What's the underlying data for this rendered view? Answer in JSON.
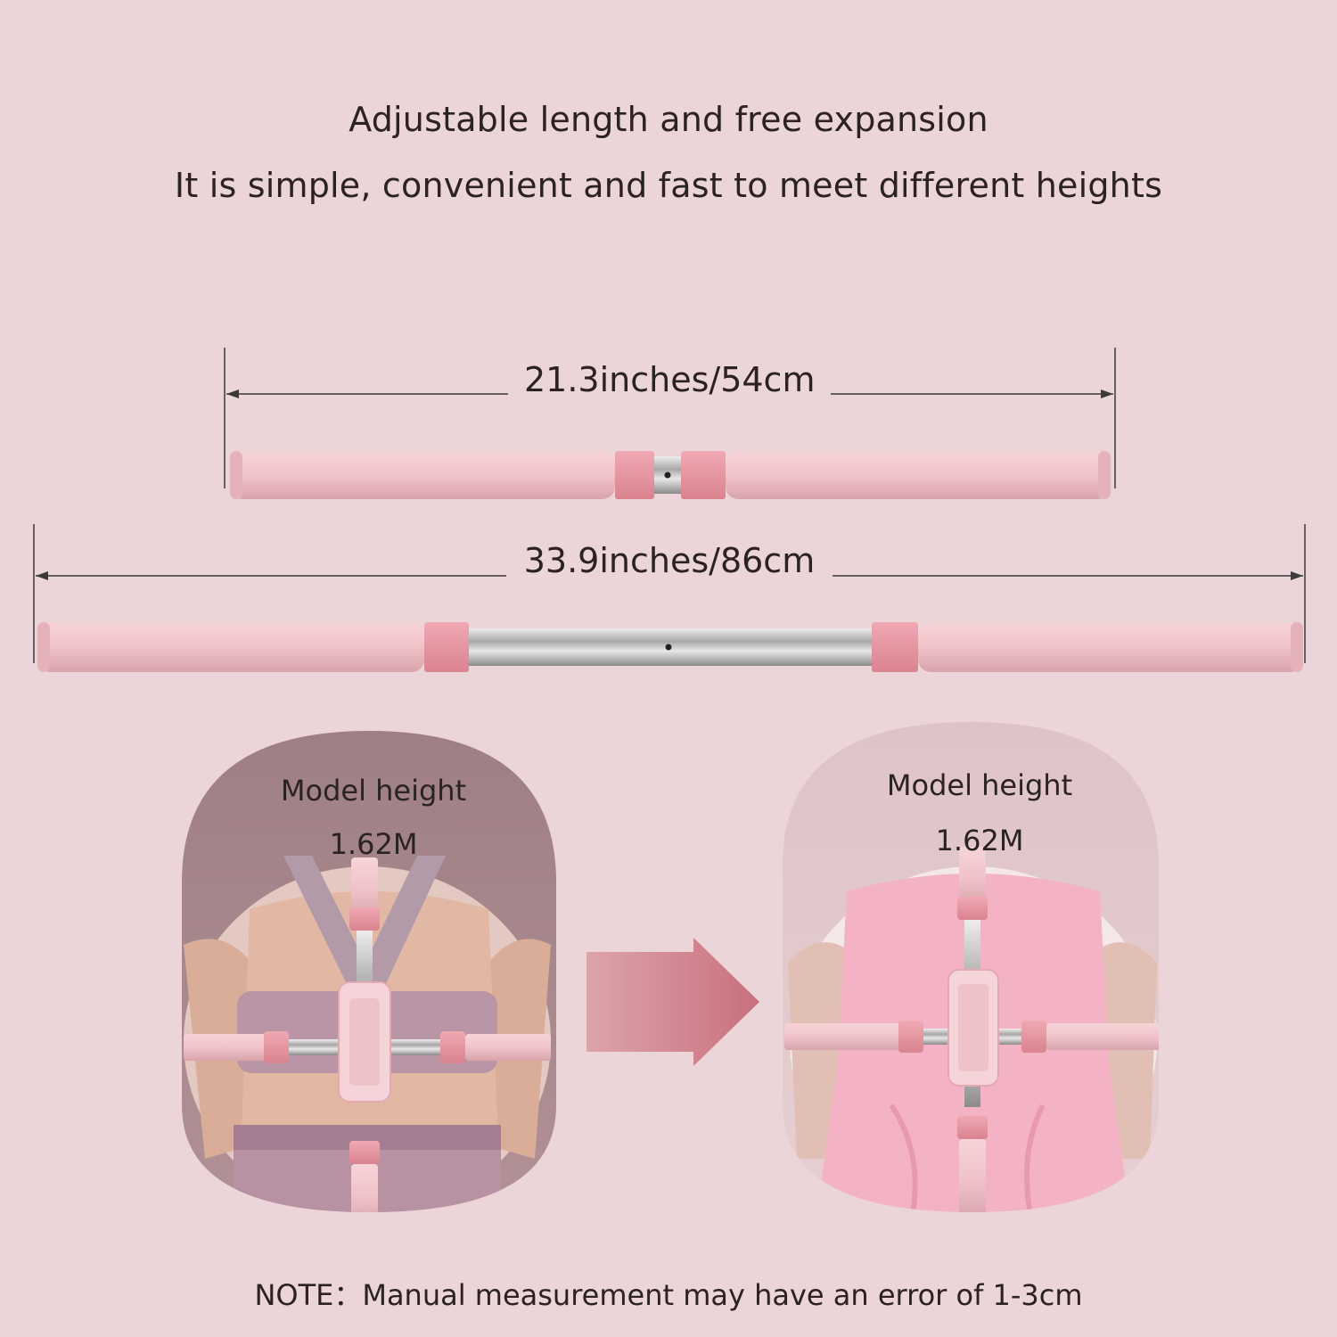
{
  "header": {
    "line1": "Adjustable length and free expansion",
    "line2": "It is simple, convenient and fast to meet different heights"
  },
  "dimensions": {
    "short": "21.3inches/54cm",
    "long": "33.9inches/86cm"
  },
  "panels": {
    "left": {
      "label": "Model height",
      "value": "1.62M"
    },
    "right": {
      "label": "Model height",
      "value": "1.62M"
    }
  },
  "note": "NOTE：Manual measurement may have an error of 1-3cm",
  "colors": {
    "background": "#ecd5d8",
    "foam": "#f1c6cb",
    "accent": "#e59aa6",
    "steel": "#b9b6b6",
    "panel_dark": "#a07f83"
  },
  "icons": {
    "arrow": "arrow-right-icon"
  }
}
